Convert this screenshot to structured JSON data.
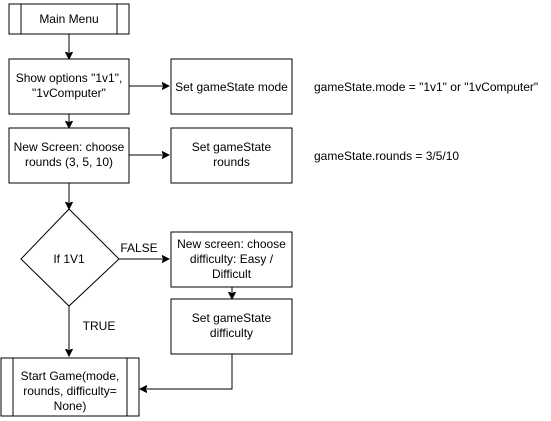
{
  "nodes": {
    "main_menu": {
      "lines": [
        "Main Menu"
      ]
    },
    "show_options": {
      "lines": [
        "Show options \"1v1\",",
        "\"1vComputer\""
      ]
    },
    "set_mode": {
      "lines": [
        "Set gameState mode"
      ]
    },
    "choose_rounds": {
      "lines": [
        "New Screen: choose",
        "rounds (3, 5, 10)"
      ]
    },
    "set_rounds": {
      "lines": [
        "Set gameState",
        "rounds"
      ]
    },
    "if_1v1": {
      "lines": [
        "If 1V1"
      ]
    },
    "choose_difficulty": {
      "lines": [
        "New screen: choose",
        "difficulty: Easy /",
        "Difficult"
      ]
    },
    "set_difficulty": {
      "lines": [
        "Set gameState",
        "difficulty"
      ]
    },
    "start_game": {
      "lines": [
        "Start Game(mode,",
        "rounds, difficulty=",
        "None)"
      ]
    }
  },
  "annotations": {
    "mode_note": "gameState.mode = \"1v1\" or \"1vComputer\"",
    "rounds_note": "gameState.rounds = 3/5/10"
  },
  "edge_labels": {
    "false_label": "FALSE",
    "true_label": "TRUE"
  }
}
